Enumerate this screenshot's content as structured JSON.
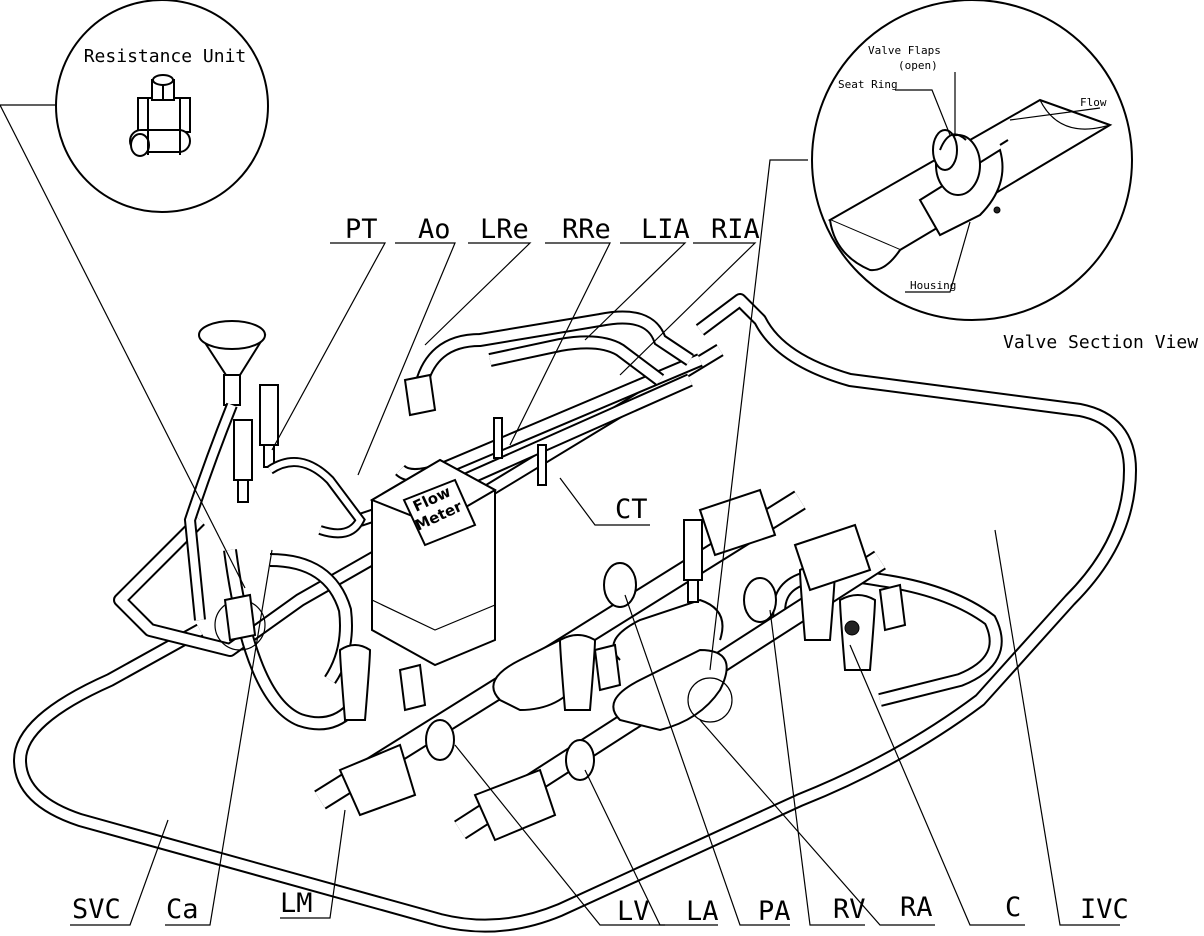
{
  "labels": {
    "top": [
      "PT",
      "Ao",
      "LRe",
      "RRe",
      "LIA",
      "RIA"
    ],
    "ct": "CT",
    "bottom": [
      "SVC",
      "Ca",
      "LM",
      "LV",
      "LA",
      "PA",
      "RV",
      "RA",
      "C",
      "IVC"
    ]
  },
  "insets": {
    "resistance_unit": {
      "title": "Resistance Unit"
    },
    "valve_section": {
      "title": "Valve Section View",
      "valve_flaps": "Valve Flaps",
      "valve_flaps_state": "(open)",
      "seat_ring": "Seat Ring",
      "flow": "Flow",
      "housing": "Housing"
    }
  },
  "flow_meter": {
    "line1": "Flow",
    "line2": "Meter"
  }
}
